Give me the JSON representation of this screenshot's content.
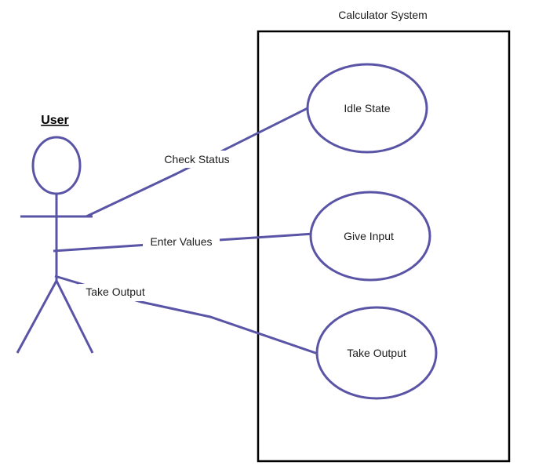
{
  "system": {
    "title": "Calculator System"
  },
  "actor": {
    "name": "User"
  },
  "use_cases": [
    {
      "label": "Idle State"
    },
    {
      "label": "Give Input"
    },
    {
      "label": "Take Output"
    }
  ],
  "associations": [
    {
      "label": "Check Status",
      "to": "Idle State"
    },
    {
      "label": "Enter Values",
      "to": "Give Input"
    },
    {
      "label": "Take Output",
      "to": "Take Output"
    }
  ],
  "colors": {
    "stroke": "#5a54a6",
    "box": "#000000",
    "text": "#1c1c1c"
  }
}
